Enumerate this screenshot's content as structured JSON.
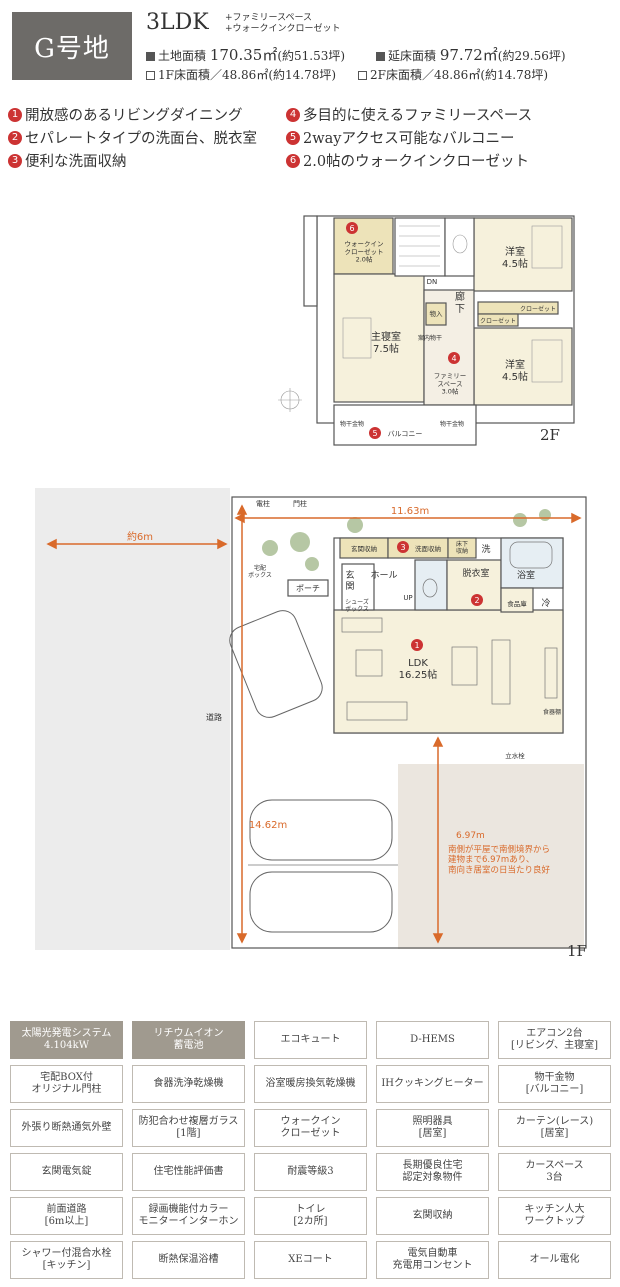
{
  "header": {
    "lot_label": "G号地",
    "plan_type": "3LDK",
    "plan_options": [
      "+ファミリースペース",
      "+ウォークインクローゼット"
    ],
    "land_area_label": "土地面積",
    "land_area_value": "170.35㎡",
    "land_area_tsubo": "(約51.53坪)",
    "floor_area_label": "延床面積",
    "floor_area_value": "97.72㎡",
    "floor_area_tsubo": "(約29.56坪)",
    "floor1_area": "1F床面積／48.86㎡(約14.78坪)",
    "floor2_area": "2F床面積／48.86㎡(約14.78坪)"
  },
  "features": [
    {
      "num": "1",
      "text": "開放感のあるリビングダイニング"
    },
    {
      "num": "2",
      "text": "セパレートタイプの洗面台、脱衣室"
    },
    {
      "num": "3",
      "text": "便利な洗面収納"
    },
    {
      "num": "4",
      "text": "多目的に使えるファミリースペース"
    },
    {
      "num": "5",
      "text": "2wayアクセス可能なバルコニー"
    },
    {
      "num": "6",
      "text": "2.0帖のウォークインクローゼット"
    }
  ],
  "floor2": {
    "label": "2F",
    "rooms": {
      "wic": "ウォークイン\nクローゼット\n2.0帖",
      "master": "主寝室\n7.5帖",
      "western1": "洋室\n4.5帖",
      "western2": "洋室\n4.5帖",
      "hall": "廊\n下",
      "family": "ファミリー\nスペース\n3.0帖",
      "storage": "物入",
      "closet1": "クローゼット",
      "closet2": "クローゼット",
      "balcony": "バルコニー",
      "dryer1": "物干金物",
      "dryer2": "物干金物",
      "dn": "DN",
      "stairs_note": "案内物干"
    }
  },
  "floor1": {
    "label": "1F",
    "width_dim": "11.63m",
    "depth_dim": "14.62m",
    "road_dim": "約6m",
    "south_dim": "6.97m",
    "south_note": "南側が平屋で南側境界から\n建物まで6.97mあり、\n南向き居室の日当たり良好",
    "road_label": "道路",
    "rooms": {
      "ldk": "LDK\n16.25帖",
      "entrance": "玄\n関",
      "hall": "ホール",
      "porch": "ポーチ",
      "shoes": "シューズ\nボックス",
      "entry_storage": "玄関収納",
      "wash_storage": "洗面収納",
      "under_floor": "床下\n収納",
      "wash": "洗",
      "dressing": "脱衣室",
      "bath": "浴室",
      "pantry": "食品庫",
      "fridge": "冷",
      "up": "UP",
      "electric": "電柱",
      "letter": "宅配\nボックス",
      "gate": "門柱",
      "pole": "立水栓",
      "storage_rack": "食器棚"
    }
  },
  "amenities": [
    {
      "text": "太陽光発電システム\n4.104kW",
      "highlight": true
    },
    {
      "text": "リチウムイオン\n蓄電池",
      "highlight": true
    },
    {
      "text": "エコキュート",
      "highlight": false
    },
    {
      "text": "D-HEMS",
      "highlight": false
    },
    {
      "text": "エアコン2台\n[リビング、主寝室]",
      "highlight": false
    },
    {
      "text": "宅配BOX付\nオリジナル門柱",
      "highlight": false
    },
    {
      "text": "食器洗浄乾燥機",
      "highlight": false
    },
    {
      "text": "浴室暖房換気乾燥機",
      "highlight": false
    },
    {
      "text": "IHクッキングヒーター",
      "highlight": false
    },
    {
      "text": "物干金物\n[バルコニー]",
      "highlight": false
    },
    {
      "text": "外張り断熱通気外壁",
      "highlight": false
    },
    {
      "text": "防犯合わせ複層ガラス\n[1階]",
      "highlight": false
    },
    {
      "text": "ウォークイン\nクローゼット",
      "highlight": false
    },
    {
      "text": "照明器具\n[居室]",
      "highlight": false
    },
    {
      "text": "カーテン(レース)\n[居室]",
      "highlight": false
    },
    {
      "text": "玄関電気錠",
      "highlight": false
    },
    {
      "text": "住宅性能評価書",
      "highlight": false
    },
    {
      "text": "耐震等級3",
      "highlight": false
    },
    {
      "text": "長期優良住宅\n認定対象物件",
      "highlight": false
    },
    {
      "text": "カースペース\n3台",
      "highlight": false
    },
    {
      "text": "前面道路\n[6m以上]",
      "highlight": false
    },
    {
      "text": "録画機能付カラー\nモニターインターホン",
      "highlight": false
    },
    {
      "text": "トイレ\n[2カ所]",
      "highlight": false
    },
    {
      "text": "玄関収納",
      "highlight": false
    },
    {
      "text": "キッチン人大\nワークトップ",
      "highlight": false
    },
    {
      "text": "シャワー付混合水栓\n[キッチン]",
      "highlight": false
    },
    {
      "text": "断熱保温浴槽",
      "highlight": false
    },
    {
      "text": "XEコート",
      "highlight": false
    },
    {
      "text": "電気自動車\n充電用コンセント",
      "highlight": false
    },
    {
      "text": "オール電化",
      "highlight": false
    }
  ],
  "colors": {
    "accent": "#d96a2b",
    "number_badge": "#cc3333",
    "room": "#f6f1dc",
    "storage": "#ede3b9",
    "badge_bg": "#6d6b68"
  }
}
